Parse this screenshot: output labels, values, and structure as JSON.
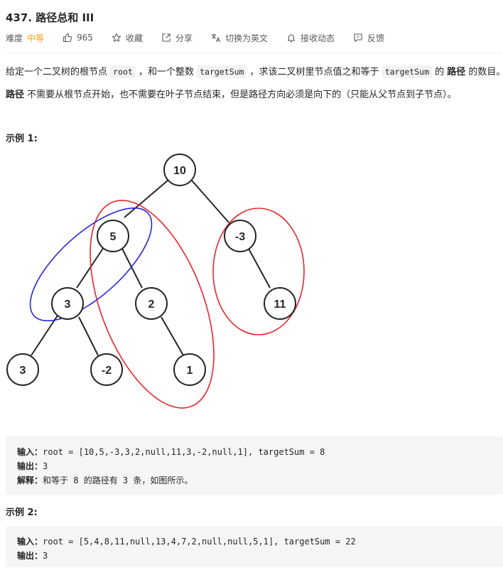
{
  "problem": {
    "title": "437. 路径总和 III",
    "difficulty_label": "难度",
    "difficulty": "中等",
    "likes": "965",
    "actions": {
      "favorite": "收藏",
      "share": "分享",
      "switch_lang": "切换为英文",
      "notify": "接收动态",
      "feedback": "反馈"
    }
  },
  "description": {
    "p1": {
      "t1": "给定一个二叉树的根节点 ",
      "c1": "root",
      "t2": " ，和一个整数 ",
      "c2": "targetSum",
      "t3": " ，求该二叉树里节点值之和等于 ",
      "c3": "targetSum",
      "t4": " 的 ",
      "b1": "路径",
      "t5": " 的数目。"
    },
    "p2": {
      "b1": "路径",
      "t1": " 不需要从根节点开始，也不需要在叶子节点结束，但是路径方向必须是向下的（只能从父节点到子节点）。"
    }
  },
  "example1": {
    "title": "示例 1:",
    "tree_nodes": [
      "10",
      "5",
      "-3",
      "3",
      "2",
      "11",
      "3",
      "-2",
      "1"
    ],
    "input_label": "输入：",
    "input": "root = [10,5,-3,3,2,null,11,3,-2,null,1], targetSum = 8",
    "output_label": "输出：",
    "output": "3",
    "explain_label": "解释：",
    "explain": "和等于 8 的路径有 3 条，如图所示。"
  },
  "example2": {
    "title": "示例 2:",
    "input_label": "输入：",
    "input": "root = [5,4,8,11,null,13,4,7,2,null,null,5,1], targetSum = 22",
    "output_label": "输出：",
    "output": "3"
  },
  "colors": {
    "difficulty_medium": "#ffa116",
    "highlight_red": "#e8262b",
    "highlight_blue": "#2326d6"
  }
}
